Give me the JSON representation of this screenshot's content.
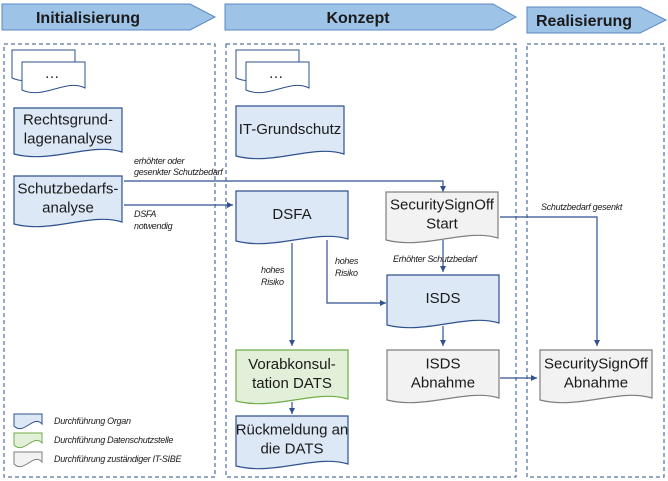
{
  "phases": [
    {
      "label": "Initialisierung"
    },
    {
      "label": "Konzept"
    },
    {
      "label": "Realisierung"
    }
  ],
  "colors": {
    "phase_fill": "#9dc3e6",
    "phase_stroke": "#5b87c5",
    "organ_fill": "#dce8f5",
    "organ_stroke": "#2f528f",
    "dsb_fill": "#e2efd9",
    "dsb_stroke": "#70ad47",
    "sibe_fill": "#f2f2f2",
    "sibe_stroke": "#7f7f7f",
    "connector": "#2f528f",
    "lane_border": "#2f528f"
  },
  "nodes": {
    "init_more": "…",
    "rechtsgrundlagen": [
      "Rechtsgrund-",
      "lagenanalyse"
    ],
    "schutzbedarf": [
      "Schutzbedarfs-",
      "analyse"
    ],
    "konzept_more": "…",
    "it_grundschutz": [
      "IT-Grundschutz"
    ],
    "dsfa": [
      "DSFA"
    ],
    "sso_start": [
      "SecuritySignOff",
      "Start"
    ],
    "isds": [
      "ISDS"
    ],
    "vorab": [
      "Vorabkonsul-",
      "tation DATS"
    ],
    "isds_abnahme": [
      "ISDS",
      "Abnahme"
    ],
    "rueckmeldung": [
      "Rückmeldung an",
      "die DATS"
    ],
    "sso_abnahme": [
      "SecuritySignOff",
      "Abnahme"
    ]
  },
  "edge_labels": {
    "schutzbedarf_changed": [
      "erhöhter oder",
      "gesenkter Schutzbedarf"
    ],
    "dsfa_needed": [
      "DSFA",
      "notwendig"
    ],
    "high_risk_1": [
      "hohes",
      "Risiko"
    ],
    "high_risk_2": [
      "hohes",
      "Risiko"
    ],
    "increased": [
      "Erhöhter Schutzbedarf"
    ],
    "lowered": [
      "Schutzbedarf gesenkt"
    ]
  },
  "legend": [
    {
      "label": "Durchführung Organ",
      "kind": "organ"
    },
    {
      "label": "Durchführung Datenschutzstelle",
      "kind": "dsb"
    },
    {
      "label": "Durchführung zuständiger IT-SIBE",
      "kind": "sibe"
    }
  ]
}
